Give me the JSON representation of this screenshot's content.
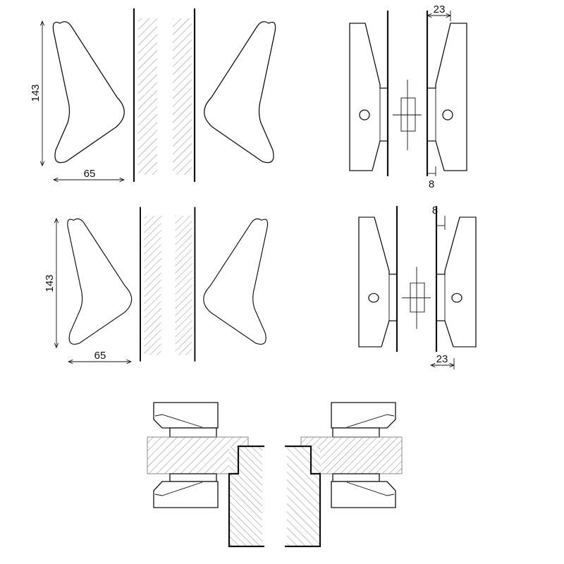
{
  "dimensions": {
    "top_left_height": "143",
    "top_left_width": "65",
    "top_right_offset": "23",
    "top_right_gap": "8",
    "mid_left_height": "143",
    "mid_left_width": "65",
    "mid_right_gap": "8",
    "mid_right_offset": "23"
  },
  "colors": {
    "line": "#111111",
    "hatch": "#888888"
  }
}
